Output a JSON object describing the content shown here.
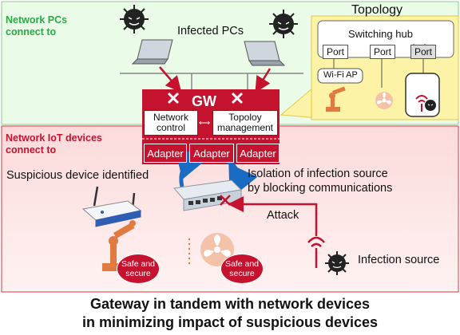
{
  "labels": {
    "network_pcs": "Network PCs\nconnect to",
    "infected_pcs": "Infected PCs",
    "topology": "Topology",
    "switching_hub": "Switching hub",
    "port_1": "Port",
    "port_2": "Port",
    "port_3": "Port",
    "wifi_ap": "Wi-Fi AP",
    "gw": "GW",
    "network_control": "Network\ncontrol",
    "topology_management": "Topoloy\nmanagement",
    "network_iot": "Network IoT devices\nconnect to",
    "adapter_1": "Adapter",
    "adapter_2": "Adapter",
    "adapter_3": "Adapter",
    "suspicious": "Suspicious device identified",
    "isolation": "Isolation of infection source\nby blocking communications",
    "attack": "Attack",
    "infection_source": "Infection source",
    "safe_1": "Safe and\nsecure",
    "safe_2": "Safe and\nsecure"
  },
  "caption": {
    "line1": "Gateway in tandem with network devices",
    "line2": "in minimizing impact of suspicious devices"
  },
  "colors": {
    "brand_red": "#c4122f",
    "green": "#2aa84a",
    "iot_zone_bg": "#fbe0e0",
    "topology_bg": "#fdf3a6",
    "arrow_blue": "#1a6bc4"
  },
  "icons": [
    "virus-icon",
    "laptop-icon",
    "router-icon",
    "robot-arm-icon",
    "fan-icon",
    "switch-icon",
    "wifi-signal-icon",
    "block-x-icon"
  ]
}
